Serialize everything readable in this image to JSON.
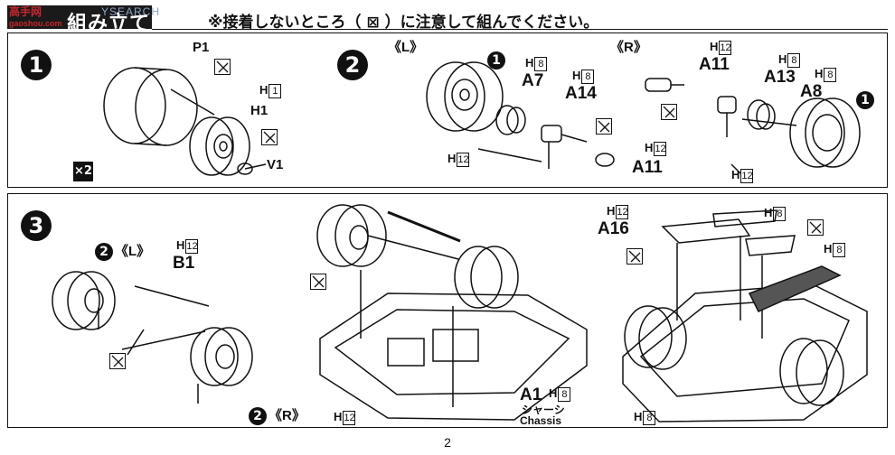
{
  "watermark": {
    "brand": "高手网",
    "site": "gaoshou.com",
    "extra": "YSEARCH"
  },
  "header": {
    "title": "組み立て",
    "note": "※接着しないところ（ ⊠ ）に注意して組んでください。"
  },
  "step1": {
    "number": "1",
    "parts": {
      "p1": "P1",
      "h1": "H",
      "h1_box": "1",
      "h1_part": "H1",
      "v1": "V1"
    },
    "multiplier": "×2"
  },
  "step2": {
    "number": "2",
    "left_label": "《L》",
    "right_label": "《R》",
    "ref_dot": "1",
    "parts": {
      "h8a": "H",
      "h8a_box": "8",
      "a7": "A7",
      "h8b": "H",
      "h8b_box": "8",
      "a14": "A14",
      "h12a": "H",
      "h12a_box": "12",
      "h12b": "H",
      "h12b_box": "12",
      "a11a": "A11",
      "h12c": "H",
      "h12c_box": "12",
      "a11b": "A11",
      "h8c": "H",
      "h8c_box": "8",
      "a13": "A13",
      "h8d": "H",
      "h8d_box": "8",
      "a8": "A8",
      "h12d": "H",
      "h12d_box": "12"
    }
  },
  "step3": {
    "number": "3",
    "ref_left": "2",
    "ref_left_label": "《L》",
    "ref_right": "2",
    "ref_right_label": "《R》",
    "parts": {
      "h12a": "H",
      "h12a_box": "12",
      "b1": "B1",
      "a1": "A1",
      "h8a": "H",
      "h8a_box": "8",
      "chassis_jp": "シャーシ",
      "chassis_en": "Chassis",
      "h12b": "H",
      "h12b_box": "12",
      "h12c": "H",
      "h12c_box": "12",
      "a16": "A16",
      "h8b": "H",
      "h8b_box": "8",
      "h8c": "H",
      "h8c_box": "8",
      "h8d": "H",
      "h8d_box": "8"
    }
  },
  "footer": {
    "page_number": "2"
  }
}
